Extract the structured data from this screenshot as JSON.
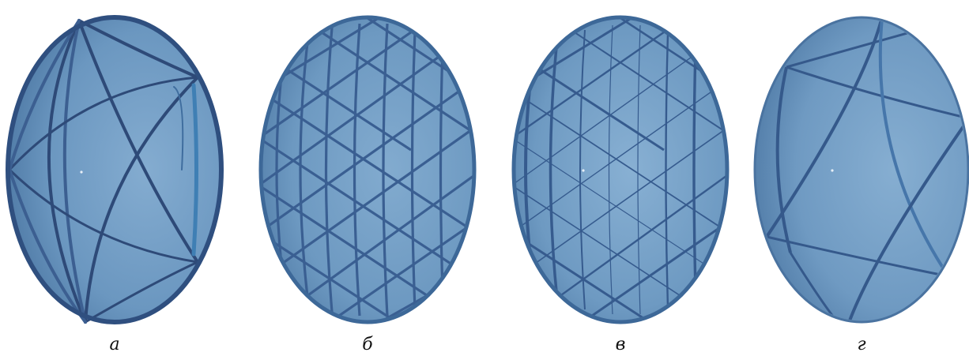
{
  "figure": {
    "panels": [
      {
        "id": "a",
        "caption": "а",
        "variant": "sparse-geodesic"
      },
      {
        "id": "b",
        "caption": "б",
        "variant": "dense-triangular-grid"
      },
      {
        "id": "c",
        "caption": "в",
        "variant": "dense-grid-thin-center"
      },
      {
        "id": "d",
        "caption": "г",
        "variant": "offset-sparse-arcs"
      }
    ],
    "colors": {
      "dish_fill": "#6f9cc2",
      "dish_shadow": "#4f7ba5",
      "rim_dark": "#2f4f7f",
      "rib_dark": "#2e4a78",
      "rib_blue": "#3f6d9e"
    }
  }
}
